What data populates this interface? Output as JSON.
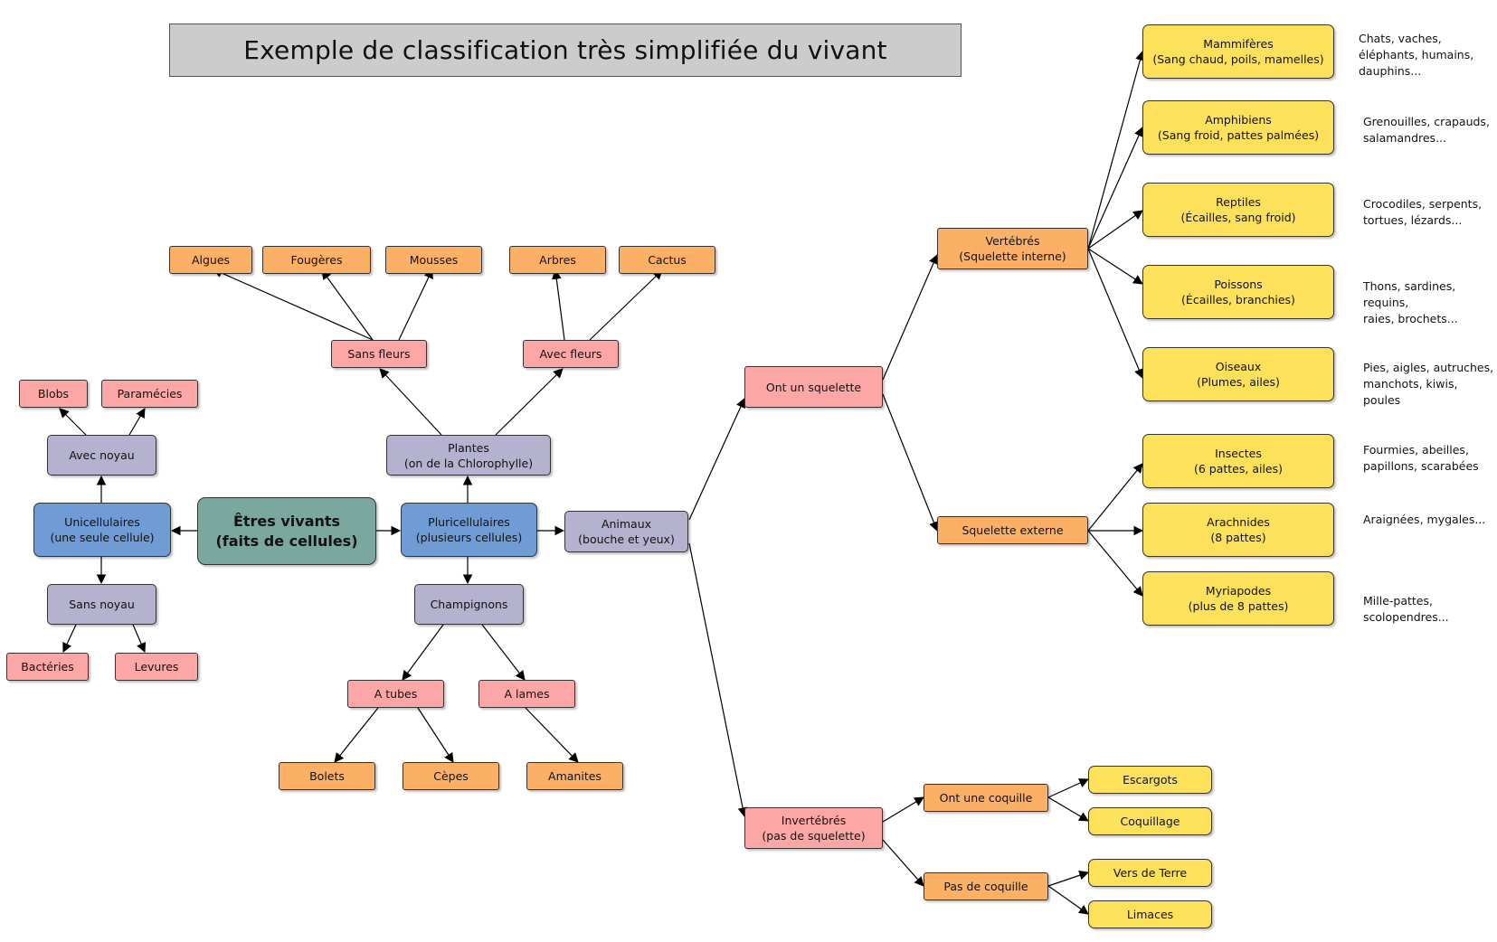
{
  "title": "Exemple de classification très simplifiée du vivant",
  "nodes": {
    "root": {
      "line1": "Êtres vivants",
      "line2": "(faits de cellules)",
      "color": "#7aa89e"
    },
    "unicell": {
      "line1": "Unicellulaires",
      "line2": "(une seule cellule)",
      "color": "#6f9cd4"
    },
    "pluricell": {
      "line1": "Pluricellulaires",
      "line2": "(plusieurs cellules)",
      "color": "#6f9cd4"
    },
    "avec_noyau": {
      "line1": "Avec noyau",
      "line2": ""
    },
    "sans_noyau": {
      "line1": "Sans noyau",
      "line2": ""
    },
    "blobs": {
      "line1": "Blobs",
      "line2": ""
    },
    "paramecies": {
      "line1": "Paramécies",
      "line2": ""
    },
    "bacteries": {
      "line1": "Bactéries",
      "line2": ""
    },
    "levures": {
      "line1": "Levures",
      "line2": ""
    },
    "plantes": {
      "line1": "Plantes",
      "line2": "(on de la Chlorophylle)"
    },
    "champignons": {
      "line1": "Champignons",
      "line2": ""
    },
    "animaux": {
      "line1": "Animaux",
      "line2": "(bouche et yeux)"
    },
    "sans_fleurs": {
      "line1": "Sans fleurs",
      "line2": ""
    },
    "avec_fleurs": {
      "line1": "Avec fleurs",
      "line2": ""
    },
    "algues": {
      "line1": "Algues",
      "line2": ""
    },
    "fougeres": {
      "line1": "Fougères",
      "line2": ""
    },
    "mousses": {
      "line1": "Mousses",
      "line2": ""
    },
    "arbres": {
      "line1": "Arbres",
      "line2": ""
    },
    "cactus": {
      "line1": "Cactus",
      "line2": ""
    },
    "a_tubes": {
      "line1": "A tubes",
      "line2": ""
    },
    "a_lames": {
      "line1": "A lames",
      "line2": ""
    },
    "bolets": {
      "line1": "Bolets",
      "line2": ""
    },
    "cepes": {
      "line1": "Cèpes",
      "line2": ""
    },
    "amanites": {
      "line1": "Amanites",
      "line2": ""
    },
    "squelette": {
      "line1": "Ont un squelette",
      "line2": ""
    },
    "invertebres": {
      "line1": "Invertébrés",
      "line2": "(pas de squelette)"
    },
    "vertebres": {
      "line1": "Vertébrés",
      "line2": "(Squelette interne)"
    },
    "sq_externe": {
      "line1": "Squelette externe",
      "line2": ""
    },
    "mammiferes": {
      "line1": "Mammifères",
      "line2": "(Sang chaud, poils, mamelles)"
    },
    "amphibiens": {
      "line1": "Amphibiens",
      "line2": "(Sang froid, pattes palmées)"
    },
    "reptiles": {
      "line1": "Reptiles",
      "line2": "(Écailles, sang froid)"
    },
    "poissons": {
      "line1": "Poissons",
      "line2": "(Écailles, branchies)"
    },
    "oiseaux": {
      "line1": "Oiseaux",
      "line2": "(Plumes, ailes)"
    },
    "insectes": {
      "line1": "Insectes",
      "line2": "(6 pattes, ailes)"
    },
    "arachnides": {
      "line1": "Arachnides",
      "line2": "(8 pattes)"
    },
    "myriapodes": {
      "line1": "Myriapodes",
      "line2": "(plus de 8 pattes)"
    },
    "coquille": {
      "line1": "Ont une coquille",
      "line2": ""
    },
    "pas_coquille": {
      "line1": "Pas de coquille",
      "line2": ""
    },
    "escargots": {
      "line1": "Escargots",
      "line2": ""
    },
    "coquillage": {
      "line1": "Coquillage",
      "line2": ""
    },
    "vers": {
      "line1": "Vers de Terre",
      "line2": ""
    },
    "limaces": {
      "line1": "Limaces",
      "line2": ""
    }
  },
  "examples": {
    "mammiferes": "Chats, vaches,\néléphants, humains,\ndauphins...",
    "amphibiens": "Grenouilles, crapauds,\nsalamandres...",
    "reptiles": "Crocodiles, serpents,\ntortues, lézards...",
    "poissons": "Thons, sardines, requins,\nraies, brochets...",
    "oiseaux": "Pies, aigles, autruches,\nmanchots, kiwis, poules",
    "insectes": "Fourmies, abeilles,\npapillons, scarabées",
    "arachnides": "Araignées, mygales...",
    "myriapodes": "Mille-pattes,\nscolopendres..."
  },
  "colors": {
    "root": "#7aa89e",
    "blue": "#6f9cd4",
    "grey": "#b4b2ce",
    "pink": "#fca6a6",
    "orange": "#fcb065",
    "yellow": "#fde15a"
  }
}
